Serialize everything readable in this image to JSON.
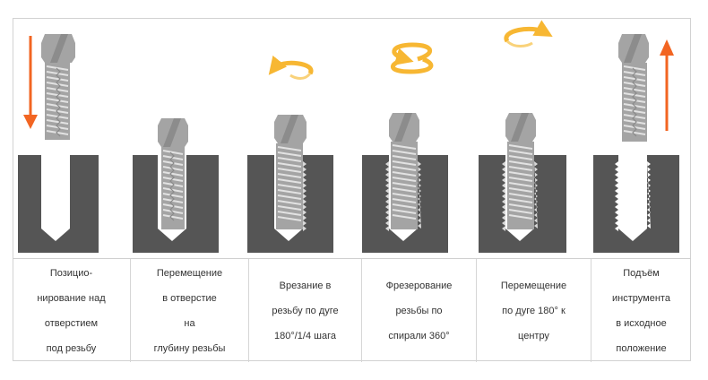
{
  "colors": {
    "block": "#555555",
    "tool": "#a4a4a4",
    "tool_dark": "#8c8c8c",
    "thread": "#d9d9d9",
    "arrow_orange": "#f26522",
    "arrow_yellow": "#f7b733"
  },
  "steps": [
    {
      "caption": "Позицио-\nнирование над\nотверстием\nпод резьбу",
      "motion": "arrow-down"
    },
    {
      "caption": "Перемещение\nв отверстие\nна\nглубину резьбы",
      "motion": "none"
    },
    {
      "caption": "Врезание в\nрезьбу по дуге\n180°/1/4 шага",
      "motion": "arc-left"
    },
    {
      "caption": "Фрезерование\nрезьбы по\nспирали 360°",
      "motion": "spiral"
    },
    {
      "caption": "Перемещение\nпо дуге 180° к\nцентру",
      "motion": "arc-right"
    },
    {
      "caption": "Подъём\nинструмента\nв исходное\nположение",
      "motion": "arrow-up"
    }
  ]
}
